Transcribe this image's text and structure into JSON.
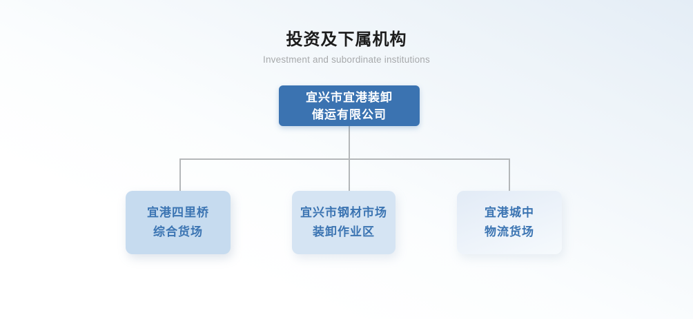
{
  "page": {
    "title": "投资及下属机构",
    "subtitle": "Investment and subordinate institutions"
  },
  "org": {
    "root": {
      "line1": "宜兴市宜港装卸",
      "line2": "储运有限公司"
    },
    "children": [
      {
        "line1": "宜港四里桥",
        "line2": "综合货场"
      },
      {
        "line1": "宜兴市钢材市场",
        "line2": "装卸作业区"
      },
      {
        "line1": "宜港城中",
        "line2": "物流货场"
      }
    ]
  },
  "colors": {
    "background_top": "#e4edf6",
    "background_bottom": "#ffffff",
    "root_box": "#3b73b1",
    "root_text": "#ffffff",
    "child_box_1": "#c6dbef",
    "child_box_2": "#d5e4f3",
    "child_box_3": "#e8f0f8",
    "child_text": "#3b74b2",
    "connector": "#b4b7b9",
    "title_text": "#1c1c1c",
    "subtitle_text": "#a7a9ab"
  }
}
